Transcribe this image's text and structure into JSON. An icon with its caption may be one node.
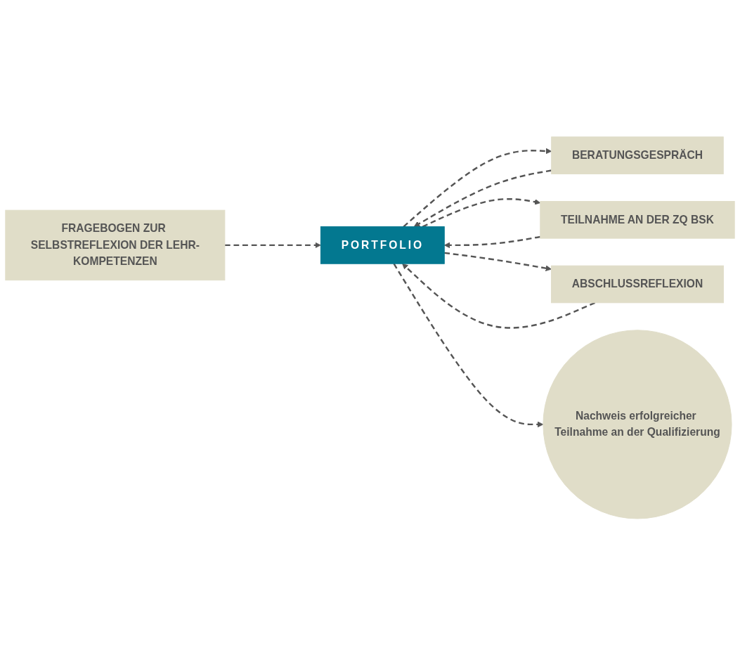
{
  "diagram": {
    "nodes": [
      {
        "text": [
          "PORTFOLIO"
        ]
      },
      {
        "text": [
          "FRAGEBOGEN ZUR SELBSTREFLEXION DER LEHR-KOMPETENZEN"
        ]
      },
      {
        "text": [
          "BERATUNGSGESPRÄCH"
        ]
      },
      {
        "text": [
          "TEILNAHME AN DER ZQ BSK"
        ]
      },
      {
        "text": [
          "ABSCHLUSSREFLEXION"
        ]
      },
      {
        "text": [
          "Nachweis erfolgreicher Teilnahme an der Qualifizierung"
        ]
      }
    ],
    "edges": [
      {
        "from": 1,
        "to": 0,
        "arrow": "to",
        "style": "dashed"
      },
      {
        "from": 0,
        "to": 2,
        "arrow": "to",
        "style": "dashed"
      },
      {
        "from": 2,
        "to": 0,
        "arrow": "to",
        "style": "dashed"
      },
      {
        "from": 0,
        "to": 3,
        "arrow": "to",
        "style": "dashed"
      },
      {
        "from": 3,
        "to": 0,
        "arrow": "to",
        "style": "dashed"
      },
      {
        "from": 0,
        "to": 4,
        "arrow": "to",
        "style": "dashed"
      },
      {
        "from": 4,
        "to": 0,
        "arrow": "to",
        "style": "dashed"
      },
      {
        "from": 0,
        "to": 5,
        "arrow": "to",
        "style": "dashed"
      }
    ]
  }
}
